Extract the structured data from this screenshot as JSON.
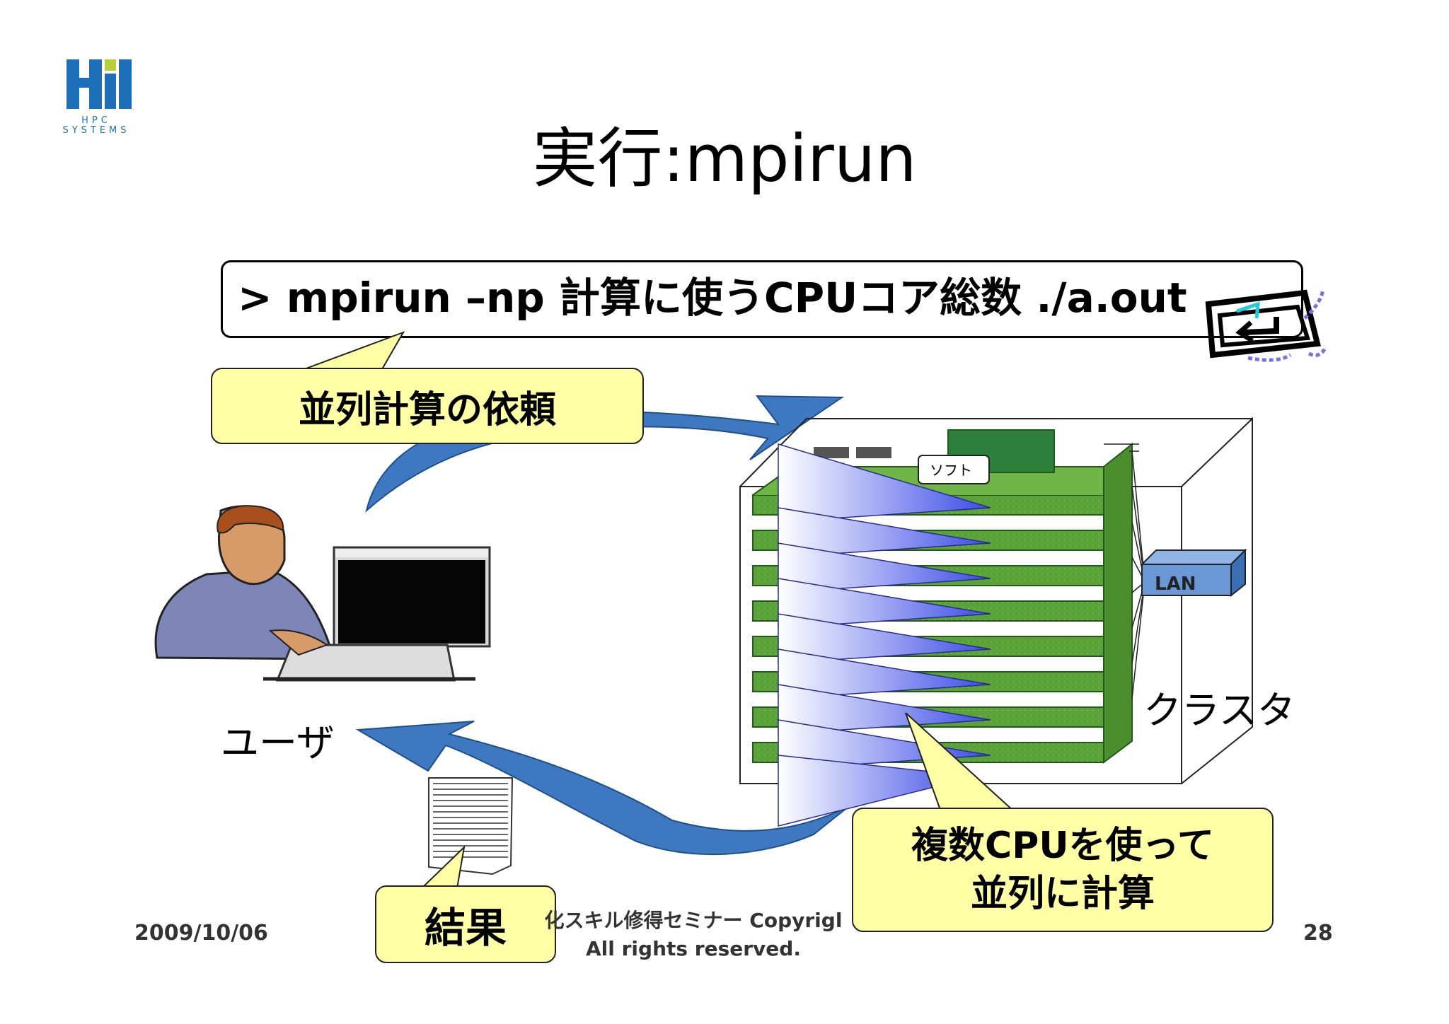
{
  "logo": {
    "text": "HPC SYSTEMS"
  },
  "title": "実行:mpirun",
  "command": "> mpirun –np 計算に使うCPUコア総数 ./a.out",
  "callouts": {
    "request": "並列計算の依頼",
    "multi_cpu_line1": "複数CPUを使って",
    "multi_cpu_line2": "並列に計算",
    "result": "結果"
  },
  "labels": {
    "user": "ユーザ",
    "cluster": "クラスタ",
    "lan": "LAN",
    "soft": "ソフト"
  },
  "footer": {
    "date": "2009/10/06",
    "copyright_line1": "化スキル修得セミナー Copyrigl",
    "copyright_line2": "All rights reserved.",
    "page": "28"
  },
  "colors": {
    "logo_blue": "#1d6fb8",
    "logo_green": "#b5cf3a",
    "callout_bg": "#ffffa6",
    "arrow_blue": "#3d78c0",
    "board_green": "#5aa338",
    "wedge_blue": "#3a4be6"
  }
}
